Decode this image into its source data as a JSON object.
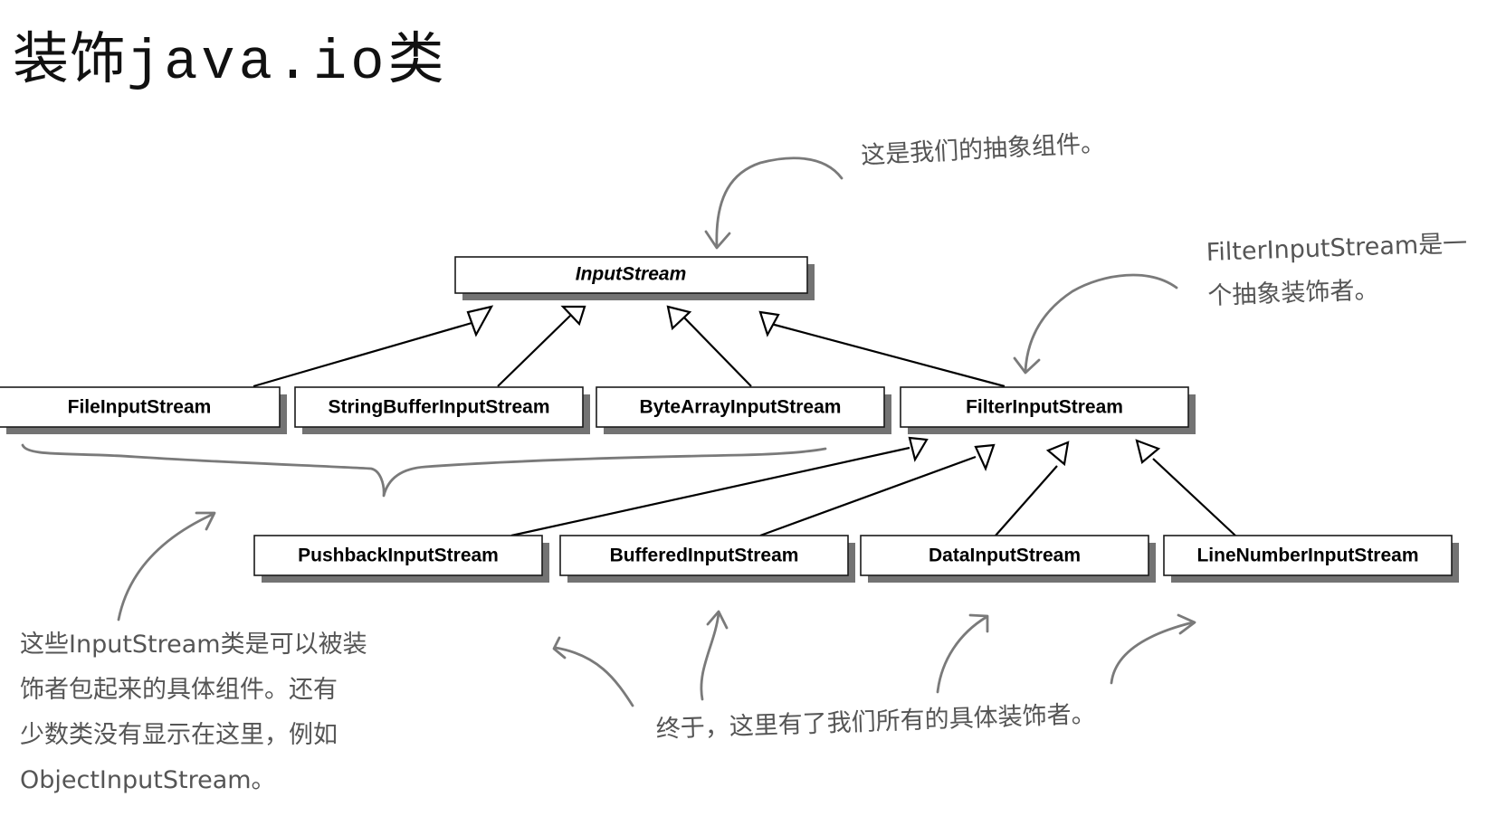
{
  "title": {
    "prefix": "装饰",
    "code": "java.io",
    "suffix": "类"
  },
  "classes": {
    "input_stream": "InputStream",
    "file_input_stream": "FileInputStream",
    "string_buffer_input_stream": "StringBufferInputStream",
    "byte_array_input_stream": "ByteArrayInputStream",
    "filter_input_stream": "FilterInputStream",
    "pushback_input_stream": "PushbackInputStream",
    "buffered_input_stream": "BufferedInputStream",
    "data_input_stream": "DataInputStream",
    "line_number_input_stream": "LineNumberInputStream"
  },
  "notes": {
    "abstract_component": "这是我们的抽象组件。",
    "abstract_decorator": "FilterInputStream是一\n个抽象装饰者。",
    "concrete_components": "这些InputStream类是可以被装\n饰者包起来的具体组件。还有\n少数类没有显示在这里，例如\nObjectInputStream。",
    "concrete_decorators": "终于，这里有了我们所有的具体装饰者。"
  }
}
